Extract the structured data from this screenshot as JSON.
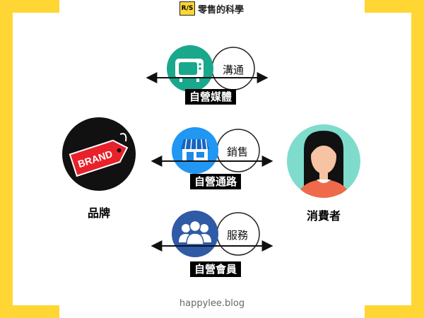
{
  "header": {
    "logo_text": "R/S",
    "site_name": "零售的科學"
  },
  "nodes": {
    "brand": {
      "badge_text": "BRAND",
      "label": "品牌"
    },
    "consumer": {
      "label": "消費者"
    }
  },
  "channels": [
    {
      "word": "溝通",
      "label": "自營媒體",
      "icon": "tv-icon"
    },
    {
      "word": "銷售",
      "label": "自營通路",
      "icon": "store-icon"
    },
    {
      "word": "服務",
      "label": "自營會員",
      "icon": "members-icon"
    }
  ],
  "footer": {
    "url": "happylee.blog"
  },
  "colors": {
    "accent": "#ffd633",
    "tv": "#1aa88c",
    "store": "#2196f3",
    "members": "#2f5aa6",
    "consumer_bg": "#7fdccc"
  }
}
